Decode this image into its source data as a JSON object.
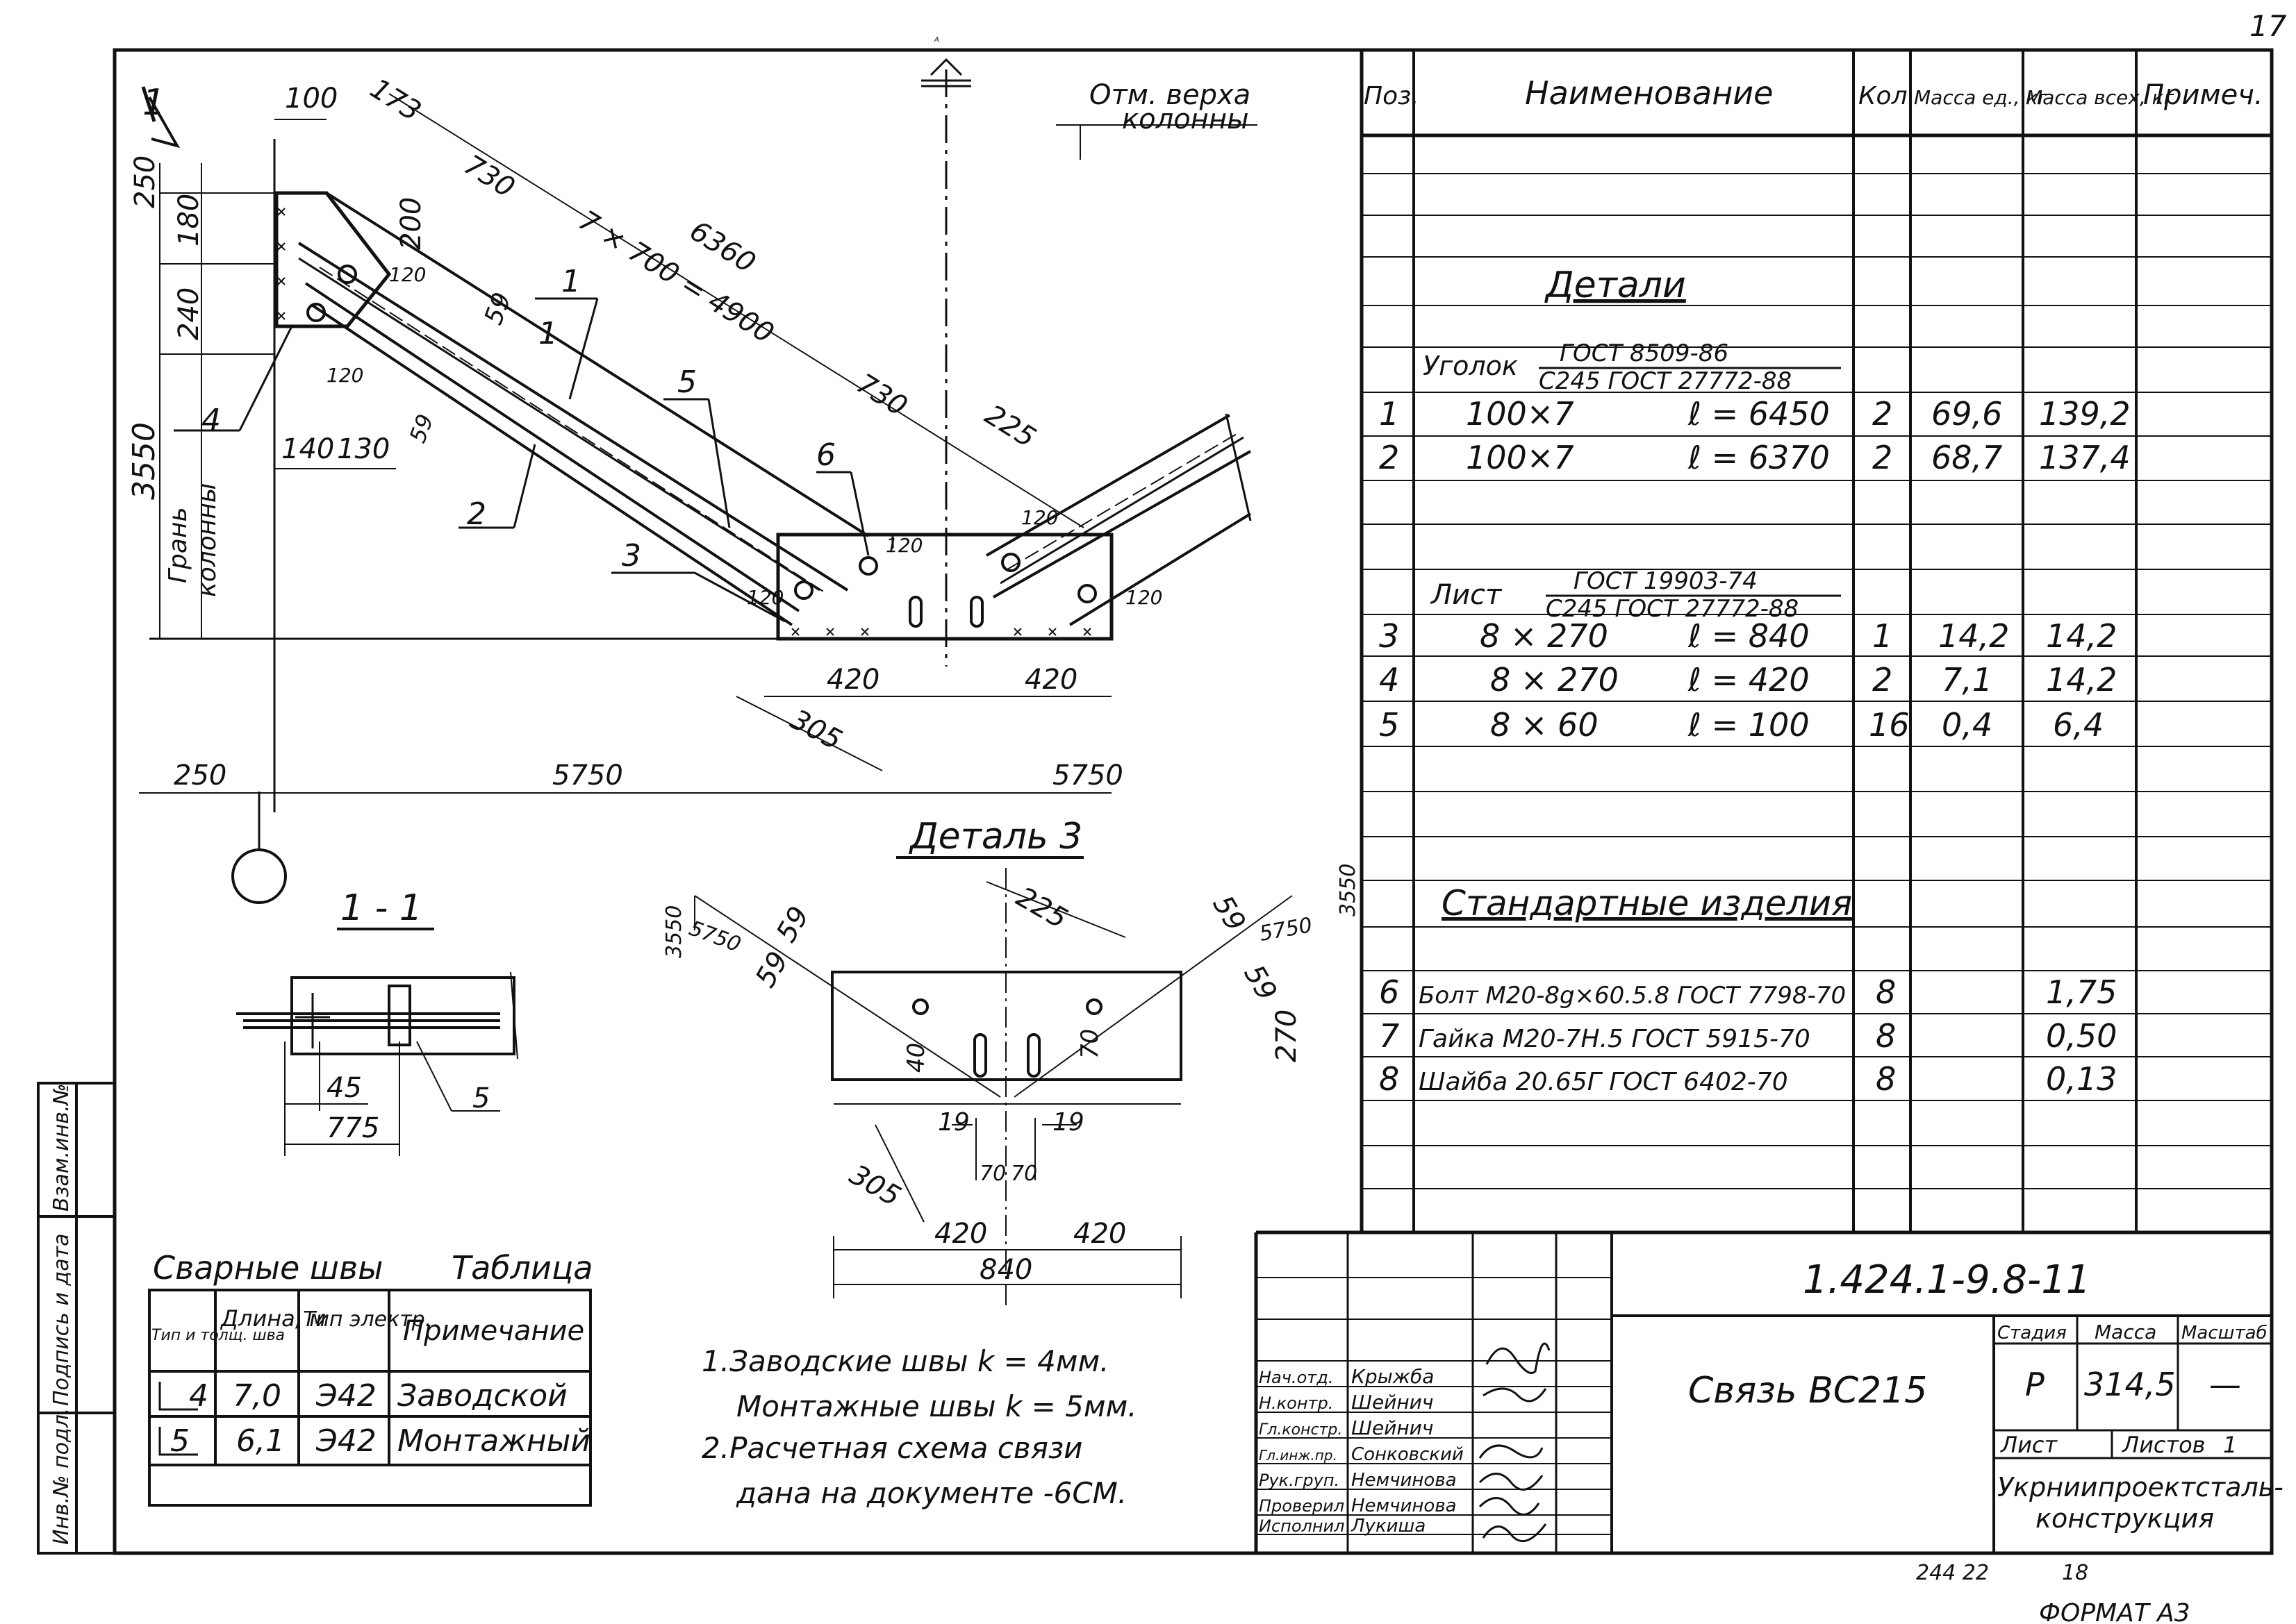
{
  "page_number": "17",
  "format_label": "ФОРМАТ А3",
  "inventory": "244 22",
  "inventory_suffix": "18",
  "left_margin": {
    "inv_vzam": "Взам.инв.№",
    "sign_date": "Подпись и дата",
    "inv_podl": "Инв.№ подл."
  },
  "drawing": {
    "elevation_note": [
      "Отм. верха",
      "колонны"
    ],
    "column_face": [
      "Грань",
      "колонны"
    ],
    "section_mark": "1",
    "axis_symbol": "А",
    "dims_top": [
      "100",
      "173",
      "730",
      "6360",
      "7 × 700 = 4900",
      "730",
      "225",
      "200",
      "120",
      "59",
      "120",
      "120",
      "120",
      "120",
      "120",
      "59"
    ],
    "dims_left": [
      "250",
      "180",
      "240",
      "3550",
      "140",
      "130"
    ],
    "dims_bottom": [
      "420",
      "420",
      "305",
      "250",
      "5750",
      "5750"
    ],
    "part_labels": [
      "1",
      "1",
      "2",
      "3",
      "4",
      "5",
      "6"
    ],
    "detail_title": "Деталь 3",
    "section_title": "1 - 1",
    "section_dims": [
      "45",
      "775",
      "5"
    ],
    "detail_dims": [
      "3550",
      "5750",
      "59",
      "59",
      "225",
      "3550",
      "5750",
      "59",
      "59",
      "270",
      "40",
      "70",
      "19",
      "19",
      "70",
      "70",
      "305",
      "420",
      "420",
      "840"
    ]
  },
  "spec": {
    "headers": [
      "Поз.",
      "Наименование",
      "Кол.",
      "Масса ед., кг",
      "Масса всех, кг",
      "Примеч."
    ],
    "section_details": "Детали",
    "ugolok": {
      "name": "Уголок",
      "num": "ГОСТ 8509-86",
      "den": "С245 ГОСТ 27772-88"
    },
    "rows_a": [
      {
        "pos": "1",
        "name": "100×7",
        "len": "ℓ = 6450",
        "qty": "2",
        "mass": "69,6",
        "total": "139,2"
      },
      {
        "pos": "2",
        "name": "100×7",
        "len": "ℓ = 6370",
        "qty": "2",
        "mass": "68,7",
        "total": "137,4"
      }
    ],
    "list": {
      "name": "Лист",
      "num": "ГОСТ 19903-74",
      "den": "С245 ГОСТ 27772-88"
    },
    "rows_b": [
      {
        "pos": "3",
        "name": "8 × 270",
        "len": "ℓ = 840",
        "qty": "1",
        "mass": "14,2",
        "total": "14,2"
      },
      {
        "pos": "4",
        "name": "8 × 270",
        "len": "ℓ = 420",
        "qty": "2",
        "mass": "7,1",
        "total": "14,2"
      },
      {
        "pos": "5",
        "name": "8 × 60",
        "len": "ℓ = 100",
        "qty": "16",
        "mass": "0,4",
        "total": "6,4"
      }
    ],
    "section_standard": "Стандартные изделия",
    "rows_c": [
      {
        "pos": "6",
        "name": "Болт М20-8g×60.5.8 ГОСТ 7798-70",
        "qty": "8",
        "total": "1,75"
      },
      {
        "pos": "7",
        "name": "Гайка М20-7Н.5 ГОСТ 5915-70",
        "qty": "8",
        "total": "0,50"
      },
      {
        "pos": "8",
        "name": "Шайба 20.65Г ГОСТ 6402-70",
        "qty": "8",
        "total": "0,13"
      }
    ]
  },
  "welds": {
    "title": "Сварные швы",
    "table_label": "Таблица",
    "headers": [
      "Тип и толщ. шва",
      "Длина, м",
      "Тип электр.",
      "Примечание"
    ],
    "rows": [
      {
        "type": "4",
        "length": "7,0",
        "electrode": "Э42",
        "note": "Заводской"
      },
      {
        "type": "5",
        "length": "6,1",
        "electrode": "Э42",
        "note": "Монтажный"
      }
    ]
  },
  "notes": [
    "1.Заводские швы k = 4мм.",
    "Монтажные швы k = 5мм.",
    "2.Расчетная схема связи",
    "дана на документе -6СМ."
  ],
  "title_block": {
    "code": "1.424.1-9.8-11",
    "name": "Связь ВС215",
    "stage_label": "Стадия",
    "mass_label": "Масса",
    "scale_label": "Масштаб",
    "stage": "Р",
    "mass": "314,5",
    "scale": "—",
    "sheet_label": "Лист",
    "sheets_label": "Листов",
    "sheets": "1",
    "org": [
      "Укрниипроектсталь-",
      "конструкция"
    ],
    "people": [
      {
        "role": "Нач.отд.",
        "name": "Крыжба"
      },
      {
        "role": "Н.контр.",
        "name": "Шейнич"
      },
      {
        "role": "Гл.констр.",
        "name": "Шейнич"
      },
      {
        "role": "Гл.инж.пр.",
        "name": "Сонковский"
      },
      {
        "role": "Рук.груп.",
        "name": "Немчинова"
      },
      {
        "role": "Проверил",
        "name": "Немчинова"
      },
      {
        "role": "Исполнил",
        "name": "Лукиша"
      }
    ]
  }
}
